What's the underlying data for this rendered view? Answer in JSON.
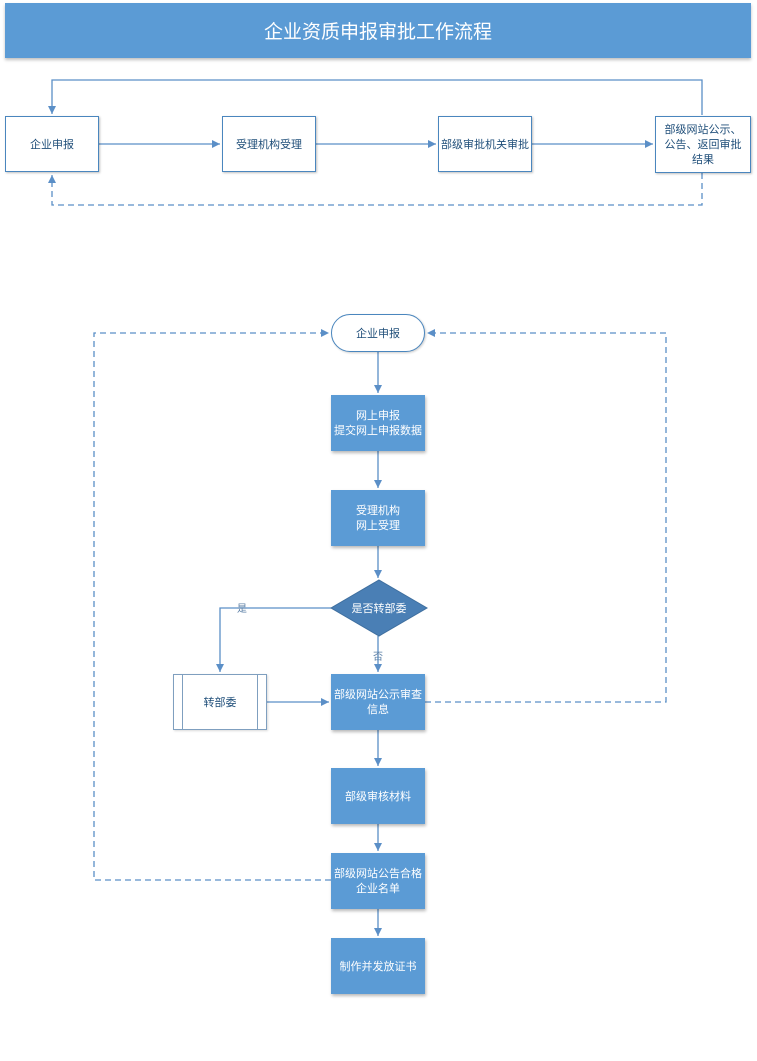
{
  "title": "企业资质申报审批工作流程",
  "overview": {
    "steps": [
      "企业申报",
      "受理机构受理",
      "部级审批机关审批",
      "部级网站公示、公告、返回审批结果"
    ]
  },
  "flow": {
    "start": "企业申报",
    "online_submit": "网上申报\n提交网上申报数据",
    "online_accept": "受理机构\n网上受理",
    "decision": "是否转部委",
    "yes_label": "是",
    "no_label": "否",
    "transfer": "转部委",
    "publicity_review": "部级网站公示审查\n信息",
    "material_review": "部级审核材料",
    "announce_list": "部级网站公告合格\n企业名单",
    "certificate": "制作并发放证书"
  },
  "colors": {
    "accent": "#5b9bd5",
    "line": "#5b8fc7"
  }
}
